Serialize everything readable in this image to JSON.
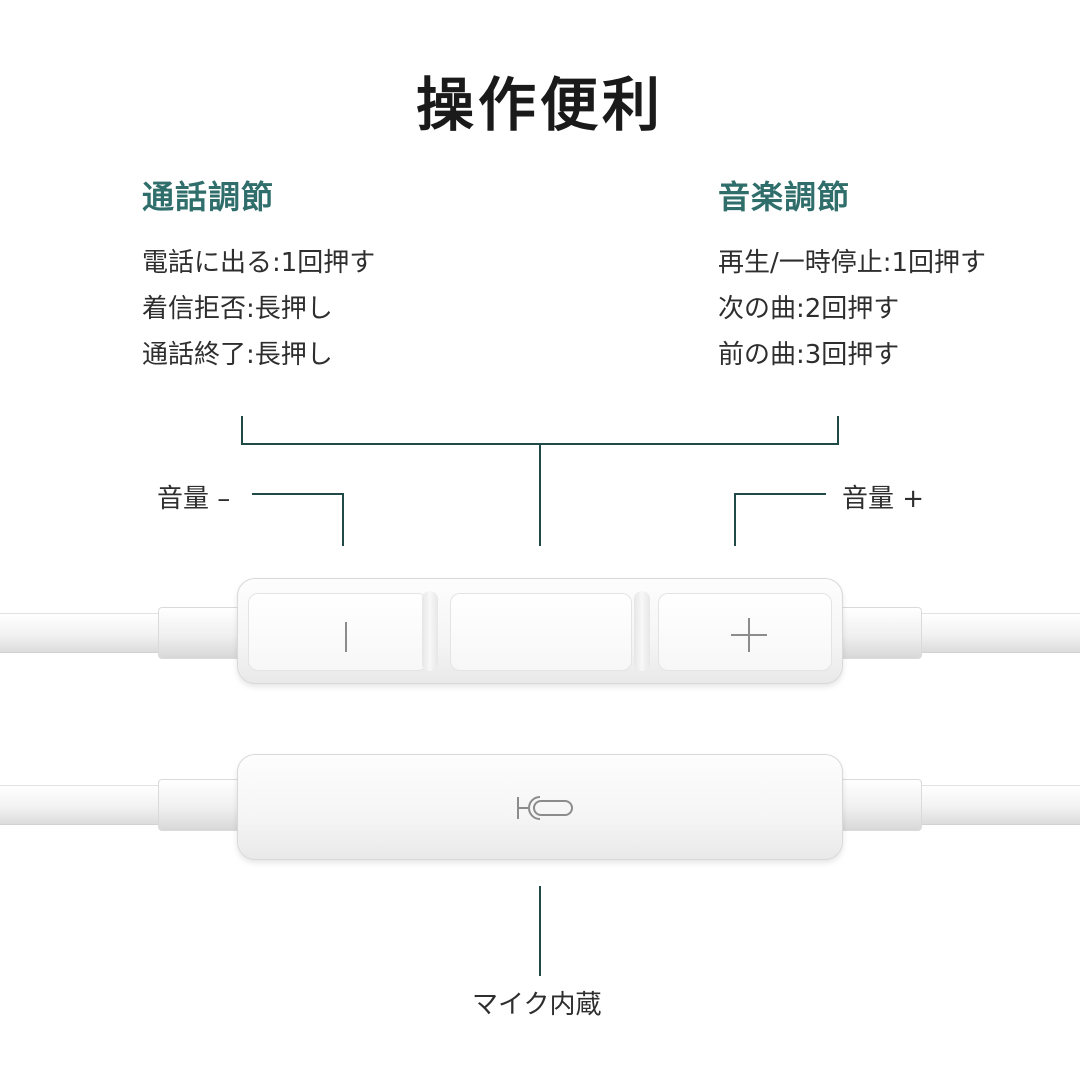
{
  "title": "操作便利",
  "accent_color": "#2f6e6a",
  "line_color": "#1f4a48",
  "call": {
    "heading": "通話調節",
    "items": [
      "電話に出る:1回押す",
      "着信拒否:長押し",
      "通話終了:長押し"
    ]
  },
  "music": {
    "heading": "音楽調節",
    "items": [
      "再生/一時停止:1回押す",
      "次の曲:2回押す",
      "前の曲:3回押す"
    ]
  },
  "volume_down": "音量 –",
  "volume_up": "音量 +",
  "button_minus_symbol": "minus-icon",
  "button_plus_symbol": "plus-icon",
  "mic_symbol": "microphone-icon",
  "mic_label": "マイク内蔵"
}
